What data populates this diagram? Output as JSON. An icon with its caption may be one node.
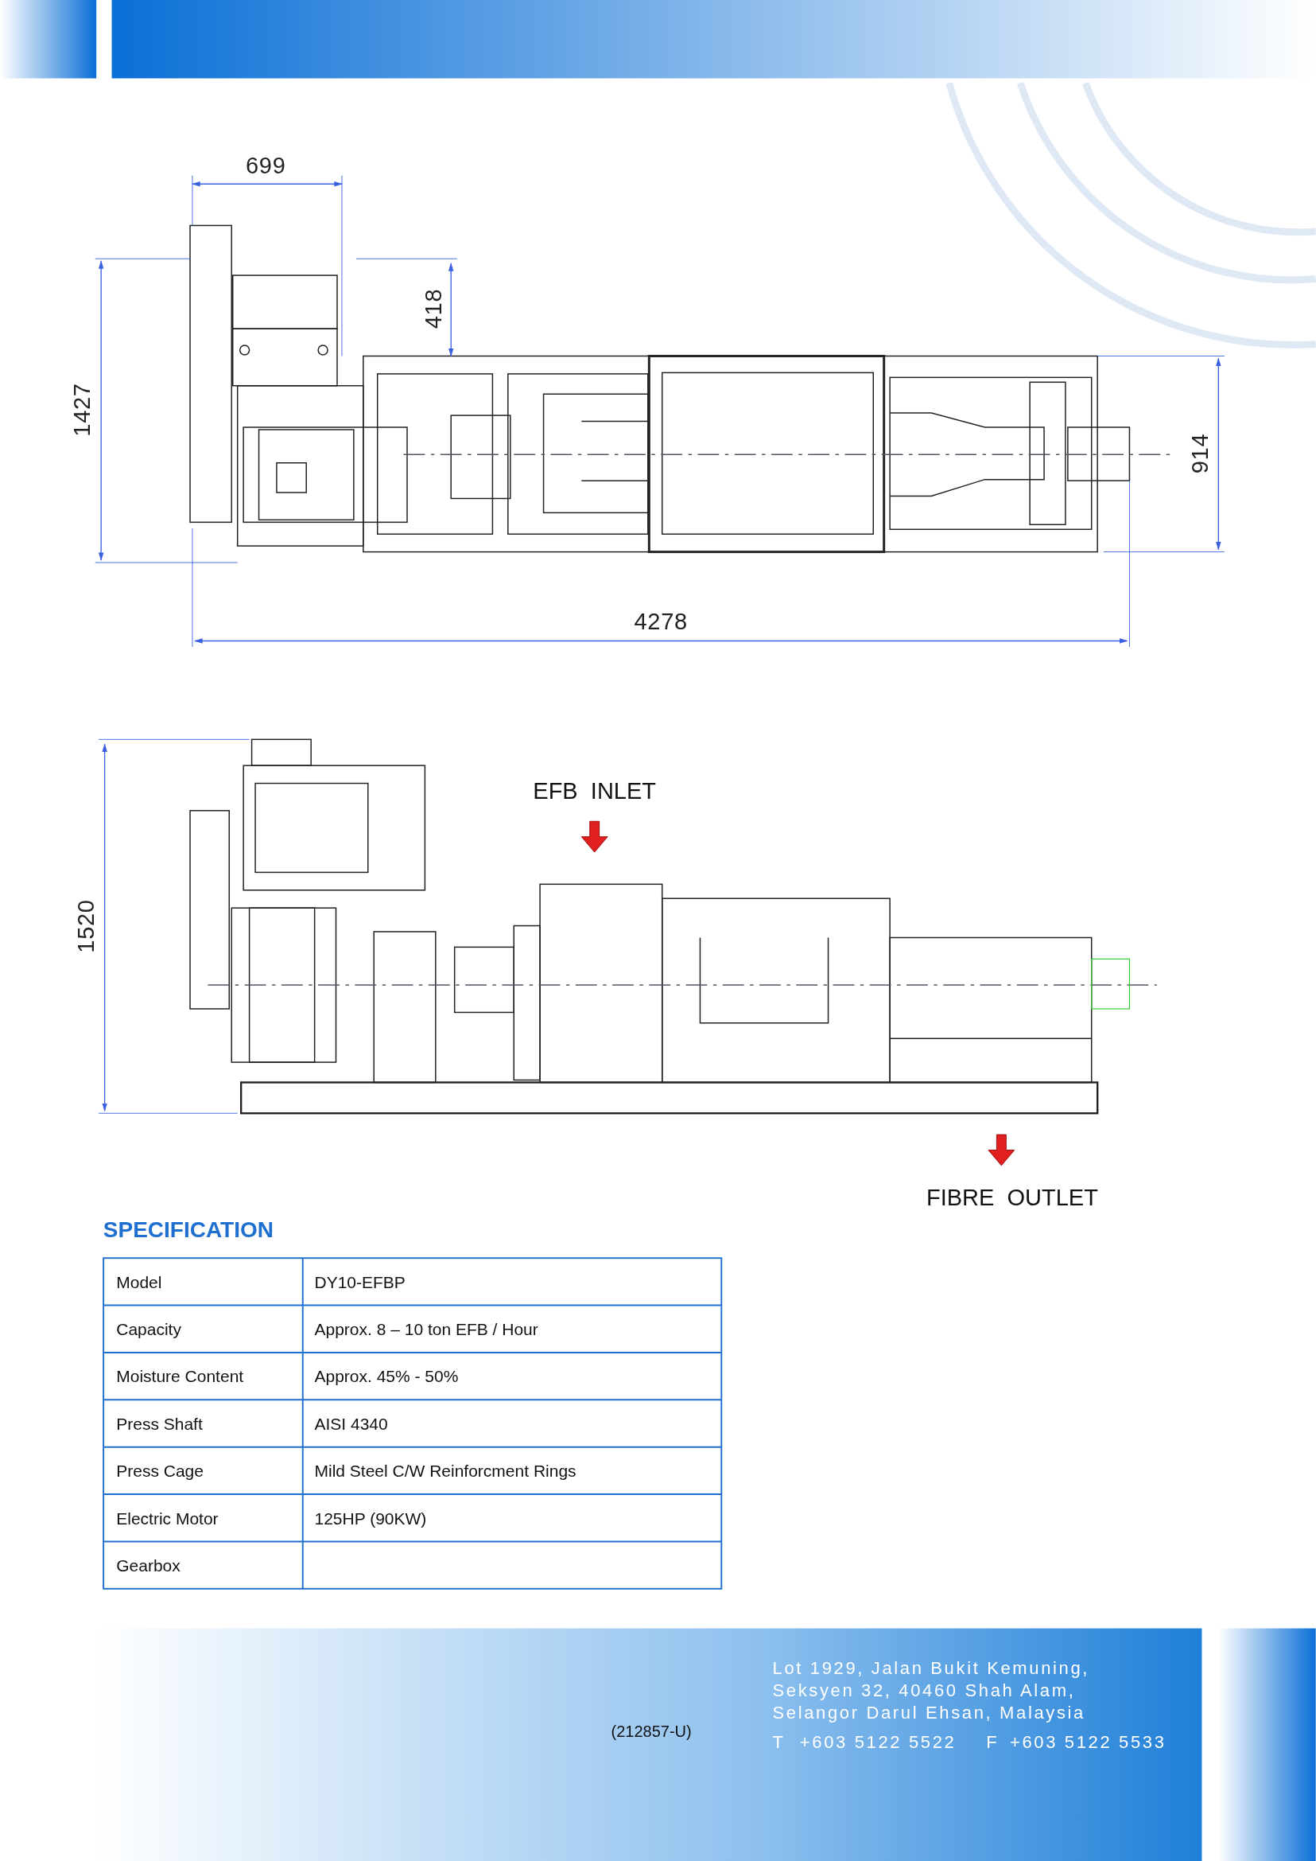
{
  "diagram": {
    "labels": [
      "699",
      "418",
      "1427",
      "914",
      "4278",
      "1520",
      "EFB  INLET",
      "FIBRE  OUTLET",
      "SPECIFICATION",
      "Model",
      "DY10-EFBP",
      "Capacity",
      "Approx. 8 – 10 ton EFB / Hour",
      "Moisture Content",
      "Approx. 45% - 50%",
      "Press Shaft",
      "AISI 4340",
      "Press Cage",
      "Mild Steel C/W Reinforcment Rings",
      "Electric Motor",
      "125HP (90KW)",
      "Gearbox",
      "(212857-U)",
      "Lot 1929, Jalan Bukit Kemuning, Seksyen 32, 40460 Shah Alam, Selangor Darul Ehsan, Malaysia",
      "T",
      "+603 5122 5522",
      "F",
      "+603 5122 5533"
    ]
  }
}
